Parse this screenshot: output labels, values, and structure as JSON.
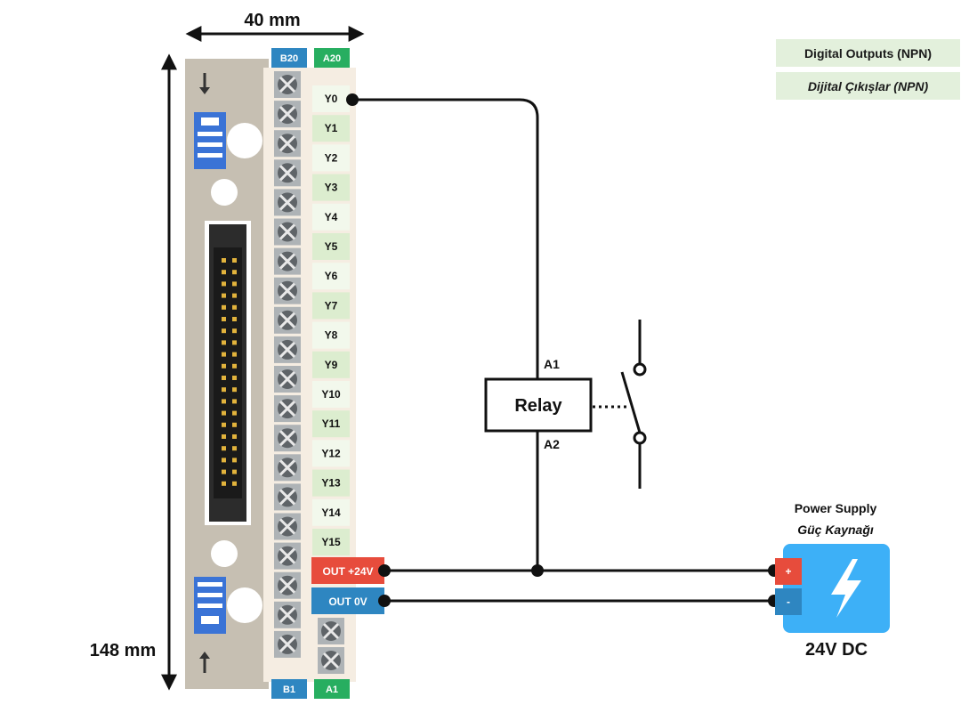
{
  "module": {
    "width_label": "40 mm",
    "height_label": "148 mm",
    "top_left_tag": "B20",
    "top_right_tag": "A20",
    "bottom_left_tag": "B1",
    "bottom_right_tag": "A1",
    "outputs": [
      "Y0",
      "Y1",
      "Y2",
      "Y3",
      "Y4",
      "Y5",
      "Y6",
      "Y7",
      "Y8",
      "Y9",
      "Y10",
      "Y11",
      "Y12",
      "Y13",
      "Y14",
      "Y15"
    ],
    "out_plus_label": "OUT +24V",
    "out_zero_label": "OUT 0V"
  },
  "legend": {
    "line1": "Digital Outputs (NPN)",
    "line2": "Dijital Çıkışlar (NPN)"
  },
  "relay": {
    "label": "Relay",
    "pin_top": "A1",
    "pin_bottom": "A2"
  },
  "power_supply": {
    "title": "Power Supply",
    "subtitle": "Güç Kaynağı",
    "voltage": "24V DC",
    "plus": "+",
    "minus": "-"
  },
  "colors": {
    "module_body": "#c6bfb2",
    "terminal_strip": "#f5ede2",
    "tag_blue": "#2e86c1",
    "tag_green": "#27ae60",
    "out_plus": "#e74c3c",
    "out_zero": "#2e86c1",
    "psu": "#3db0f7",
    "legend_bg": "#e3f0dc",
    "connector_pin": "#e2b33c"
  }
}
